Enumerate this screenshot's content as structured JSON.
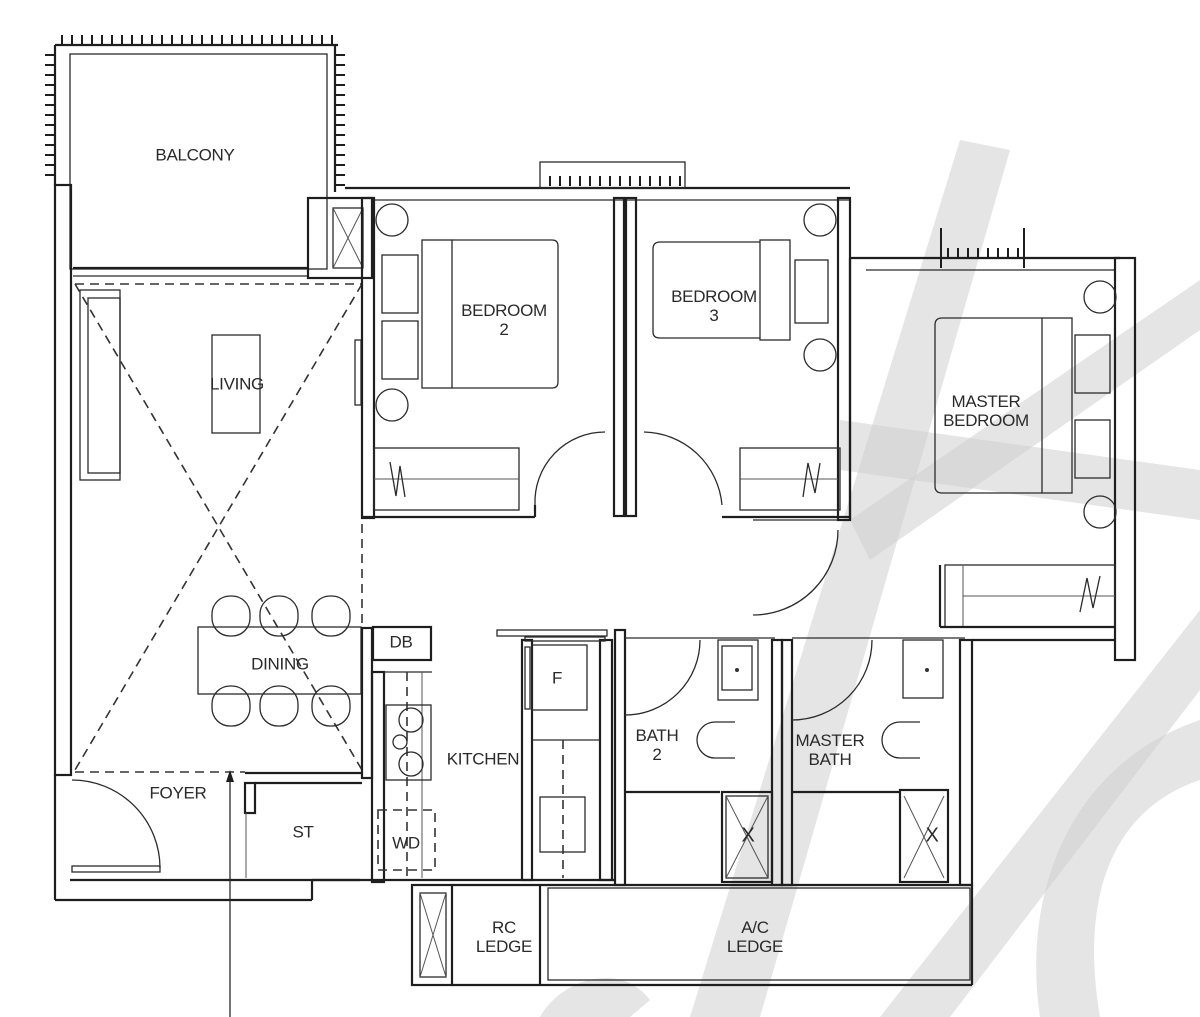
{
  "plan": {
    "type": "residential floor plan",
    "watermark_color": "#c8c8c8",
    "line_color": "#1e1e1e",
    "rooms": [
      {
        "id": "balcony",
        "label": "BALCONY"
      },
      {
        "id": "living",
        "label": "LIVING"
      },
      {
        "id": "dining",
        "label": "DINING"
      },
      {
        "id": "foyer",
        "label": "FOYER"
      },
      {
        "id": "store",
        "label": "ST"
      },
      {
        "id": "db",
        "label": "DB"
      },
      {
        "id": "kitchen",
        "label": "KITCHEN"
      },
      {
        "id": "fridge",
        "label": "F"
      },
      {
        "id": "washer-dryer",
        "label": "WD"
      },
      {
        "id": "bedroom-2",
        "label": "BEDROOM",
        "label2": "2"
      },
      {
        "id": "bedroom-3",
        "label": "BEDROOM",
        "label2": "3"
      },
      {
        "id": "master-bedroom",
        "label": "MASTER",
        "label2": "BEDROOM"
      },
      {
        "id": "bath-2",
        "label": "BATH",
        "label2": "2"
      },
      {
        "id": "master-bath",
        "label": "MASTER",
        "label2": "BATH"
      },
      {
        "id": "rc-ledge",
        "label": "RC",
        "label2": "LEDGE"
      },
      {
        "id": "ac-ledge",
        "label": "A/C",
        "label2": "LEDGE"
      },
      {
        "id": "shower-bath-2",
        "label": "X"
      },
      {
        "id": "shower-master-bath",
        "label": "X"
      }
    ]
  }
}
